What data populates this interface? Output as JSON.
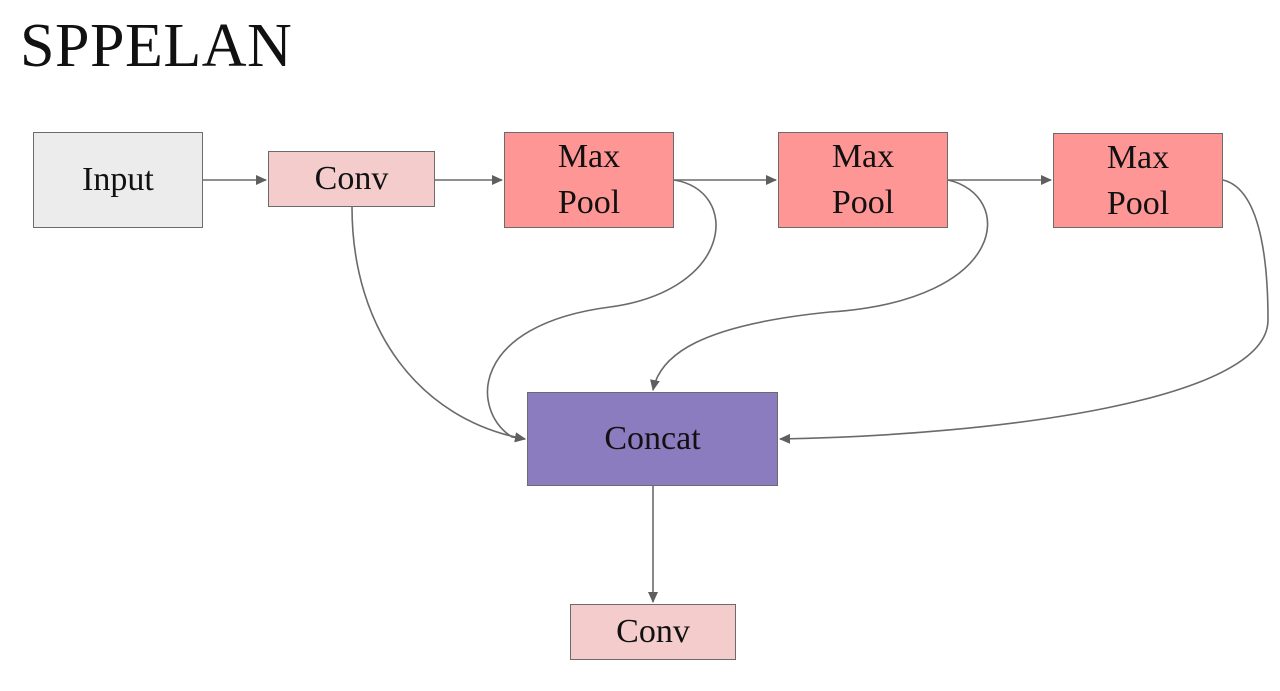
{
  "title": "SPPELAN",
  "colors": {
    "input": "#ececec",
    "conv": "#f4cccc",
    "maxpool": "#ff9696",
    "concat": "#8b7bbf",
    "edge": "#666666"
  },
  "nodes": {
    "input": {
      "label": "Input"
    },
    "conv1": {
      "label": "Conv"
    },
    "mp1": {
      "line1": "Max",
      "line2": "Pool"
    },
    "mp2": {
      "line1": "Max",
      "line2": "Pool"
    },
    "mp3": {
      "line1": "Max",
      "line2": "Pool"
    },
    "concat": {
      "label": "Concat"
    },
    "conv2": {
      "label": "Conv"
    }
  },
  "edges": [
    {
      "from": "input",
      "to": "conv1"
    },
    {
      "from": "conv1",
      "to": "mp1"
    },
    {
      "from": "mp1",
      "to": "mp2"
    },
    {
      "from": "mp2",
      "to": "mp3"
    },
    {
      "from": "conv1",
      "to": "concat"
    },
    {
      "from": "mp1",
      "to": "concat"
    },
    {
      "from": "mp2",
      "to": "concat"
    },
    {
      "from": "mp3",
      "to": "concat"
    },
    {
      "from": "concat",
      "to": "conv2"
    }
  ]
}
